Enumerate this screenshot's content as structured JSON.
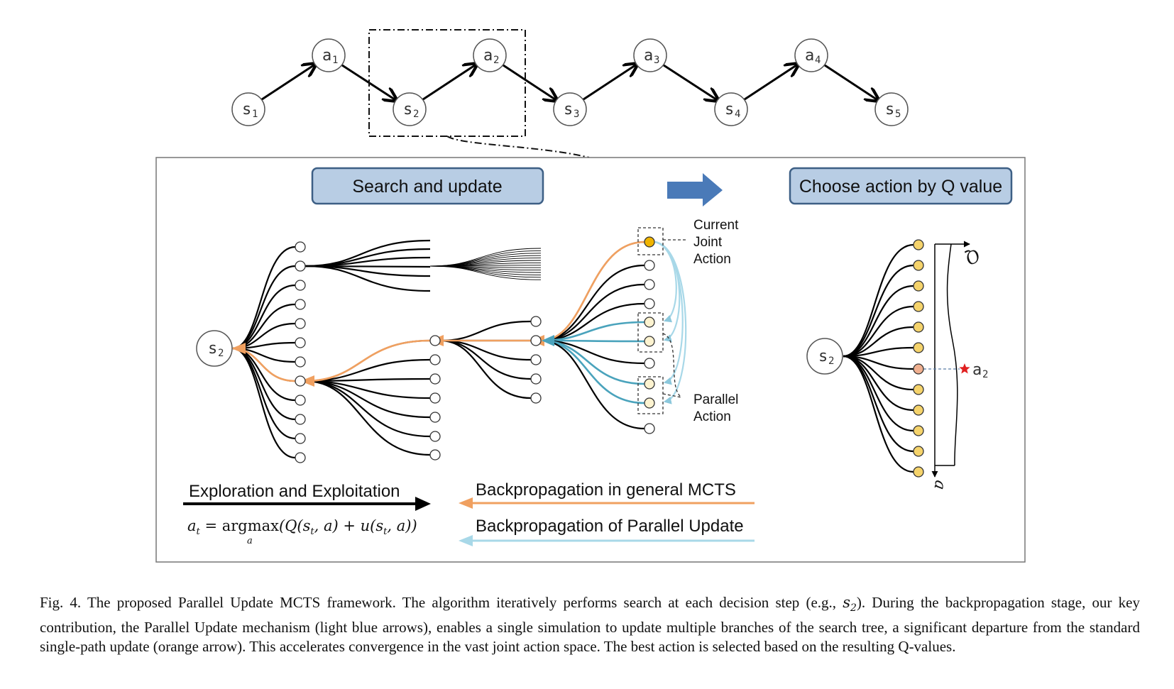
{
  "chain": {
    "states": [
      "s1",
      "s2",
      "s3",
      "s4",
      "s5"
    ],
    "state_letter": "s",
    "state_subs": [
      "1",
      "2",
      "3",
      "4",
      "5"
    ],
    "action_letter": "a",
    "action_subs": [
      "1",
      "2",
      "3",
      "4"
    ]
  },
  "panel": {
    "search_header": "Search and update",
    "choose_header": "Choose action by Q value",
    "root_letter": "s",
    "root_sub": "2",
    "current_joint_action": [
      "Current",
      "Joint",
      "Action"
    ],
    "parallel_action": [
      "Parallel",
      "Action"
    ],
    "q_axis_label": "Q",
    "a_axis_label": "a",
    "selected_letter": "a",
    "selected_sub": "2",
    "colors": {
      "orange": "#f0a060",
      "light_blue": "#a8d8e8",
      "teal": "#4aa3bc",
      "header_fill": "#b8cde4",
      "header_border": "#3d5f85",
      "big_arrow": "#4a7ab8",
      "yellow_node": "#f5d36b",
      "current_node": "#f0b400",
      "selected_node": "#f0b090",
      "star": "#e02020"
    }
  },
  "legend": {
    "explore": "Exploration and Exploitation",
    "formula": "a_t = argmax_a (Q(s_t, a) + u(s_t, a))",
    "formula_parts": {
      "lhs": "a",
      "lhs_sub": "t",
      "eq": " = ",
      "op": "argmax",
      "op_sub": "a",
      "body": "(Q(s",
      "body_sub": "t",
      "body2": ", a) + u(s",
      "body2_sub": "t",
      "body3": ", a))"
    },
    "backprop_general": "Backpropagation in general MCTS",
    "backprop_parallel": "Backpropagation of Parallel Update"
  },
  "caption": {
    "part1": "Fig. 4.   The proposed Parallel Update MCTS framework. The algorithm iteratively performs search at each decision step (e.g., ",
    "math": "s",
    "math_sub": "2",
    "part2": "). During the backpropagation stage, our key contribution, the Parallel Update mechanism (light blue arrows), enables a single simulation to update multiple branches of the search tree, a significant departure from the standard single-path update (orange arrow). This accelerates convergence in the vast joint action space. The best action is selected based on the resulting Q-values."
  }
}
